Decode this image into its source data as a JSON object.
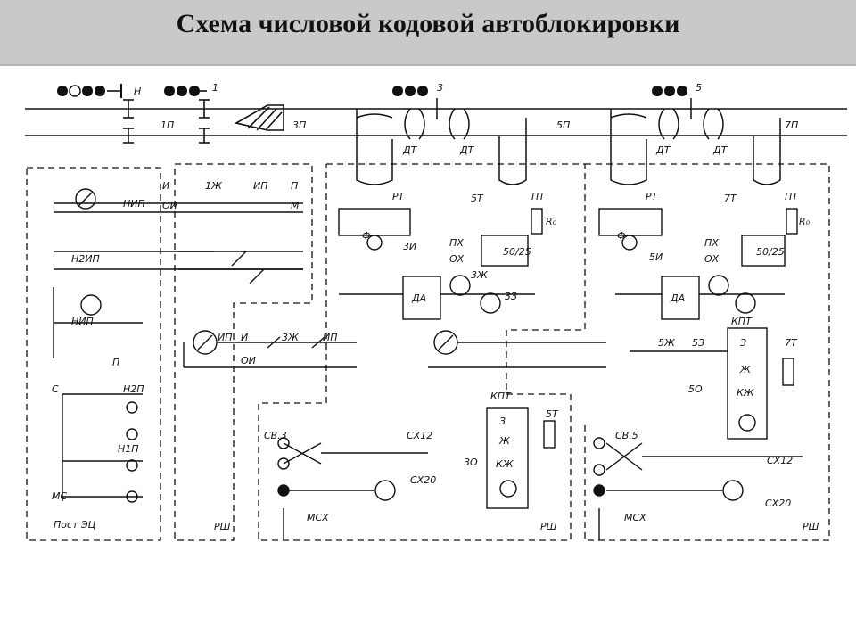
{
  "title": "Схема числовой кодовой автоблокировки",
  "signals": [
    "Н",
    "1",
    "3",
    "5"
  ],
  "track_sections": [
    "1П",
    "3П",
    "5П",
    "7П"
  ],
  "transformers": [
    "ДТ",
    "РТ",
    "ПТ"
  ],
  "modules": {
    "filter": "Ф",
    "decoder": "ДА",
    "code_transmitter": "КПТ"
  },
  "relays_left": [
    "НИП",
    "И",
    "ОИ",
    "1Ж",
    "ИП",
    "П",
    "М",
    "Н2ИП",
    "НИП",
    "П",
    "Н2П",
    "Н1П",
    "С",
    "МС"
  ],
  "relays_mid": [
    "3И",
    "5Т",
    "3Ж",
    "3З",
    "ИП",
    "И",
    "ОИ",
    "3Ж",
    "ИП",
    "3О",
    "СВ.3",
    "СХ12",
    "СХ20",
    "МСХ",
    "КПТ",
    "5Т"
  ],
  "relays_right": [
    "5И",
    "7Т",
    "5Ж",
    "5З",
    "5О",
    "СВ.5",
    "СХ12",
    "СХ20",
    "МСХ",
    "КПТ",
    "7Т"
  ],
  "labels": {
    "px": "ПХ",
    "ox": "ОХ",
    "m": "М",
    "p": "П",
    "ro": "R₀",
    "pt_lbl": "ПТ",
    "freq_a": "50/25",
    "post": "Пост ЭЦ",
    "rsh": "РШ",
    "codes": [
      "З",
      "Ж",
      "КЖ"
    ],
    "motor": "М"
  }
}
